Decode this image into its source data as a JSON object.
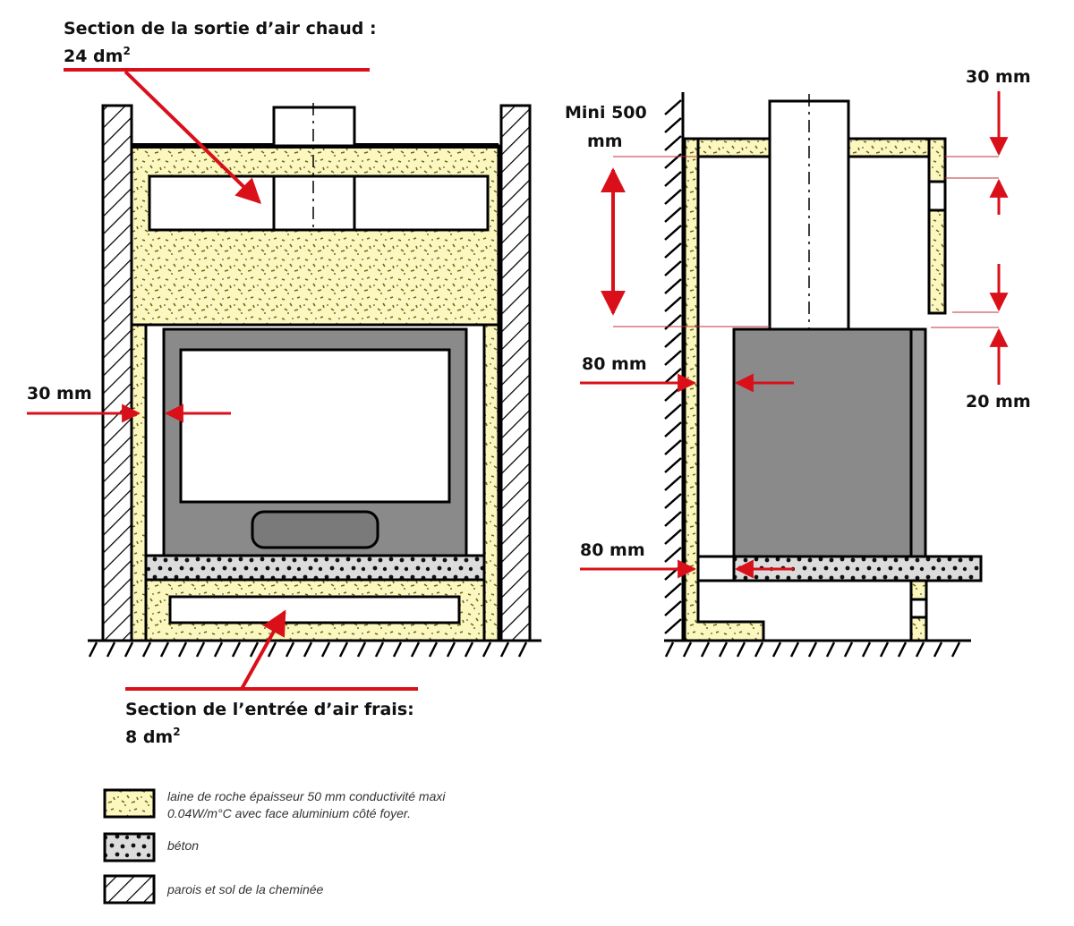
{
  "front_view": {
    "outlet_label_line1": "Section de la sortie d’air chaud :",
    "outlet_label_value": "24 dm",
    "outlet_label_exp": "2",
    "inlet_label_line1": "Section de l’entrée d’air frais:",
    "inlet_label_value": "8 dm",
    "inlet_label_exp": "2",
    "side_gap_label": "30 mm"
  },
  "side_view": {
    "height_label_line1": "Mini 500",
    "height_label_line2": "mm",
    "top_gap_label": "30 mm",
    "bottom_gap_label": "20 mm",
    "rear_gap_label": "80 mm",
    "floor_gap_label": "80 mm"
  },
  "legend": {
    "items": [
      {
        "swatch": "wool",
        "line1": "laine de roche épaisseur 50 mm conductivité maxi",
        "line2": "0.04W/m°C avec face aluminium côté foyer."
      },
      {
        "swatch": "beton",
        "line1": "béton",
        "line2": ""
      },
      {
        "swatch": "hatch",
        "line1": "parois et sol de la cheminée",
        "line2": ""
      }
    ]
  },
  "colors": {
    "arrow": "#d9101a",
    "wool": "#fbf7bf",
    "insert": "#8a8a8a",
    "beton": "#dcdcdc"
  }
}
